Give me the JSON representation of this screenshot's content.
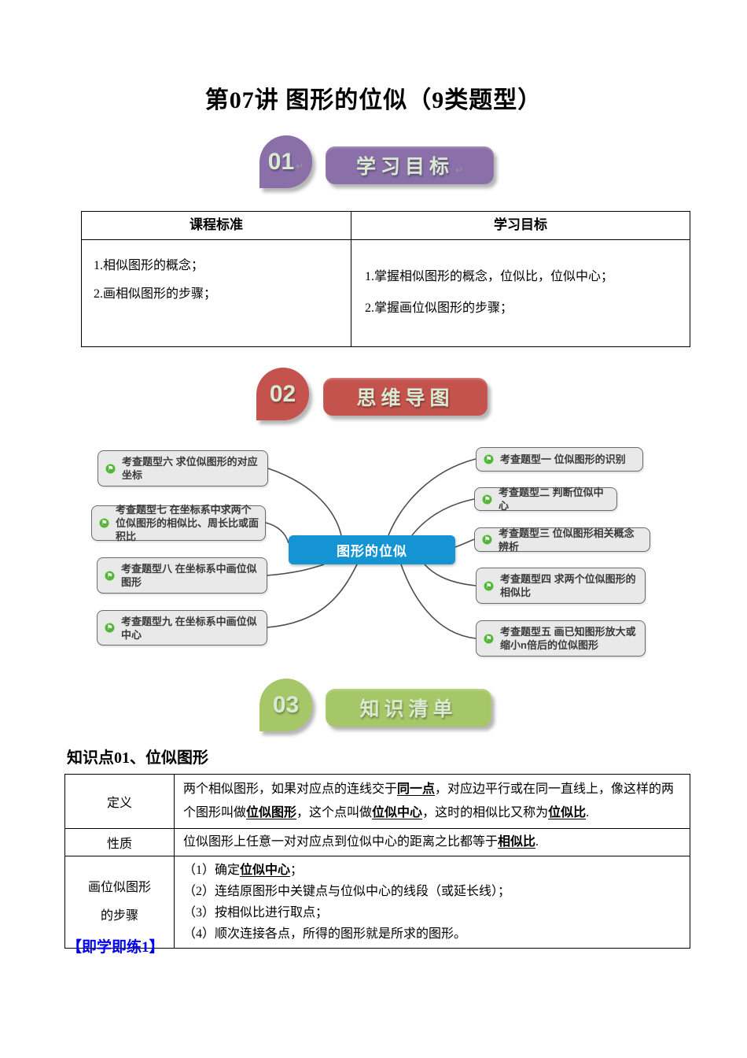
{
  "page_title": "第07讲 图形的位似（9类题型）",
  "sections": [
    {
      "number": "01",
      "title": "学习目标",
      "color": "#8a6fa8",
      "mark": "↵"
    },
    {
      "number": "02",
      "title": "思维导图",
      "color": "#c4534e"
    },
    {
      "number": "03",
      "title": "知识清单",
      "color": "#a6c767"
    }
  ],
  "objectives_table": {
    "headers": [
      "课程标准",
      "学习目标"
    ],
    "course_standard": [
      "1.相似图形的概念；",
      "2.画相似图形的步骤；"
    ],
    "learning_goals": [
      "1.掌握相似图形的概念，位似比，位似中心；",
      "2.掌握画位似图形的步骤；"
    ]
  },
  "mindmap": {
    "center": "图形的位似",
    "center_color": "#1594d3",
    "node_icon": "flag-icon",
    "icon_color": "#56b43c",
    "left_nodes": [
      "考查题型六 求位似图形的对应坐标",
      "考查题型七 在坐标系中求两个位似图形的相似比、周长比或面积比",
      "考查题型八 在坐标系中画位似图形",
      "考查题型九 在坐标系中画位似中心"
    ],
    "right_nodes": [
      "考查题型一 位似图形的识别",
      "考查题型二 判断位似中心",
      "考查题型三 位似图形相关概念辨析",
      "考查题型四 求两个位似图形的相似比",
      "考查题型五 画已知图形放大或缩小n倍后的位似图形"
    ]
  },
  "knowledge": {
    "heading": "知识点01、位似图形",
    "def_label": "定义",
    "def_segments": [
      {
        "t": "两个相似图形，如果对应点的连线交于"
      },
      {
        "t": "同一点",
        "b": true,
        "u": true
      },
      {
        "t": "，对应边平行或在同一直线上，像这样的两个图形叫做"
      },
      {
        "t": "位似图形",
        "b": true,
        "u": true
      },
      {
        "t": "，这个点叫做"
      },
      {
        "t": "位似中心",
        "b": true,
        "u": true
      },
      {
        "t": "，这时的相似比又称为"
      },
      {
        "t": "位似比",
        "b": true,
        "u": true
      },
      {
        "t": "."
      }
    ],
    "prop_label": "性质",
    "prop_segments": [
      {
        "t": "位似图形上任意一对对应点到位似中心的距离之比都等于"
      },
      {
        "t": "相似比",
        "b": true,
        "u": true
      },
      {
        "t": "."
      }
    ],
    "steps_label_lines": [
      "画位似图形",
      "的步骤"
    ],
    "steps": [
      [
        {
          "t": "（1）确定"
        },
        {
          "t": "位似中心",
          "b": true,
          "u": true
        },
        {
          "t": "；"
        }
      ],
      [
        {
          "t": "（2）连结原图形中关键点与位似中心的线段（或延长线）；"
        }
      ],
      [
        {
          "t": "（3）按相似比进行取点；"
        }
      ],
      [
        {
          "t": "（4）顺次连接各点，所得的图形就是所求的图形。"
        }
      ]
    ]
  },
  "practice_label": "【即学即练1】"
}
